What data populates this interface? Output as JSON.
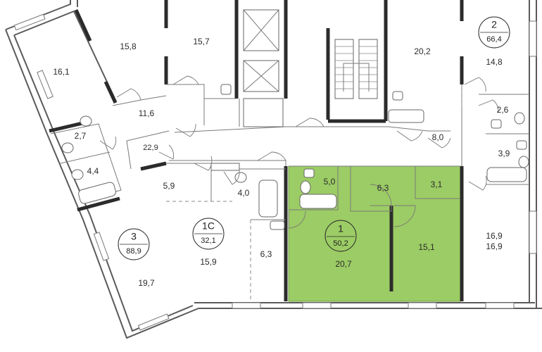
{
  "colors": {
    "highlight": "#9ccc65",
    "highlight_stroke": "#6b9e3a",
    "wall": "#2b2b2b"
  },
  "apartments": [
    {
      "id": "1",
      "number": "1",
      "area": "50,2",
      "highlighted": true
    },
    {
      "id": "1c",
      "number": "1С",
      "area": "32,1",
      "highlighted": false
    },
    {
      "id": "2",
      "number": "2",
      "area": "66,4",
      "highlighted": false
    },
    {
      "id": "3",
      "number": "3",
      "area": "88,9",
      "highlighted": false
    }
  ],
  "rooms": [
    "15,8",
    "15,7",
    "16,1",
    "11,6",
    "2,7",
    "22,9",
    "4,4",
    "5,9",
    "4,0",
    "5,0",
    "6,3",
    "3,1",
    "20,2",
    "14,8",
    "2,6",
    "8,0",
    "3,9",
    "16,9",
    "16,9",
    "15,9",
    "6,3",
    "20,7",
    "15,1",
    "19,7"
  ]
}
